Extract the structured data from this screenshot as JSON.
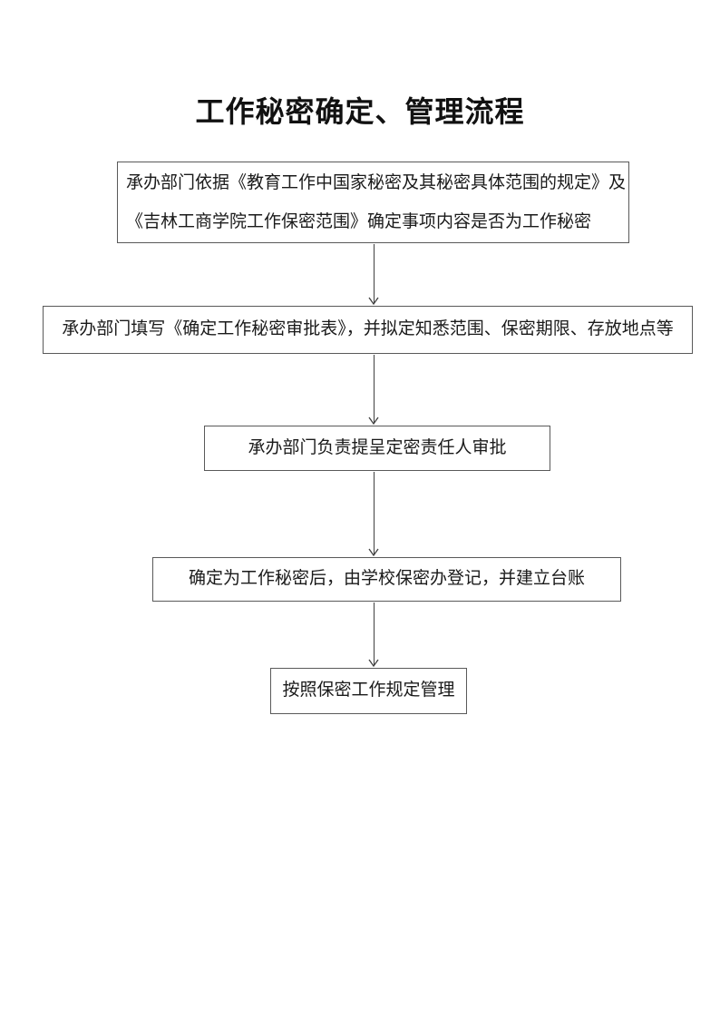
{
  "document": {
    "title": "工作秘密确定、管理流程"
  },
  "flowchart": {
    "steps": [
      {
        "lines": [
          "承办部门依据《教育工作中国家秘密及其秘密具体范围的规定》及",
          "《吉林工商学院工作保密范围》确定事项内容是否为工作秘密"
        ]
      },
      {
        "lines": [
          "承办部门填写《确定工作秘密审批表》，并拟定知悉范围、保密期限、存放地点等"
        ]
      },
      {
        "lines": [
          "承办部门负责提呈定密责任人审批"
        ]
      },
      {
        "lines": [
          "确定为工作秘密后，由学校保密办登记，并建立台账"
        ]
      },
      {
        "lines": [
          "按照保密工作规定管理"
        ]
      }
    ],
    "colors": {
      "box_border": "#595959",
      "arrow": "#404040",
      "text": "#1a1a1a",
      "page_background": "#ffffff"
    }
  }
}
